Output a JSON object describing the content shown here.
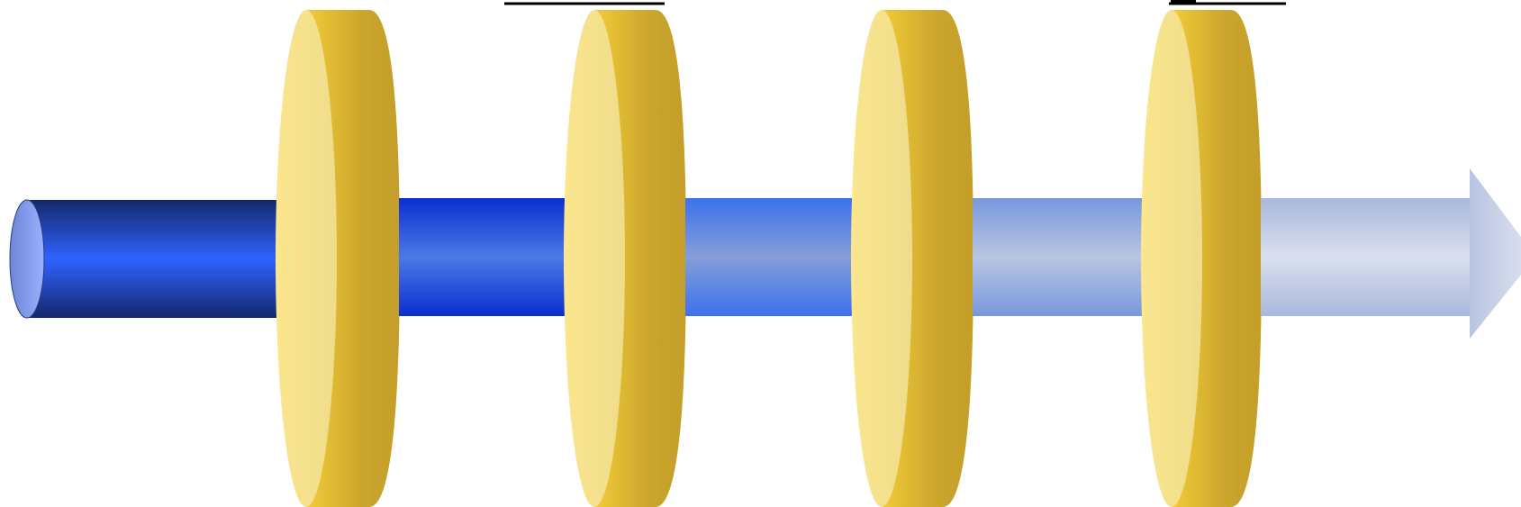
{
  "diagram": {
    "direction": "left-to-right",
    "disc_count": 4,
    "colors": {
      "disc_light": "#FBE68E",
      "disc_mid": "#EFD24A",
      "disc_dark": "#C6A22A",
      "segment_1": "#2E5EFF",
      "segment_2": "#1F46E0",
      "segment_3": "#4E80E8",
      "segment_4": "#8FA6D8",
      "arrow": "#C4CFE6"
    },
    "segments": [
      {
        "id": "segment-1",
        "shading": "dark-blue"
      },
      {
        "id": "segment-2",
        "shading": "blue"
      },
      {
        "id": "segment-3",
        "shading": "medium-blue"
      },
      {
        "id": "segment-4",
        "shading": "light-blue"
      },
      {
        "id": "output-arrow",
        "shading": "pale-blue"
      }
    ],
    "title_underlines": 2
  }
}
